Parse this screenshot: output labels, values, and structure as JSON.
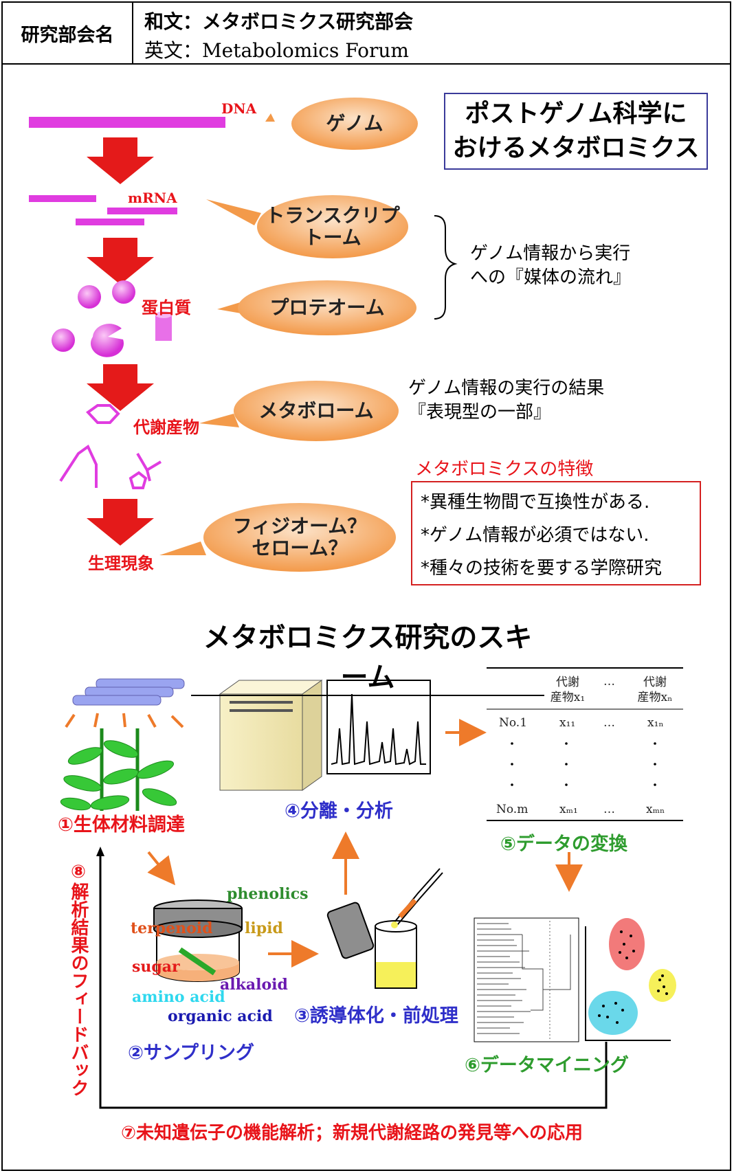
{
  "header": {
    "label": "研究部会名",
    "jp_line": "和文：メタボロミクス研究部会",
    "en_line": "英文：Metabolomics Forum"
  },
  "top": {
    "title_line1": "ポストゲノム科学に",
    "title_line2": "おけるメタボロミクス",
    "dna": "DNA",
    "mrna": "mRNA",
    "protein": "蛋白質",
    "metabolite": "代謝産物",
    "phenomenon": "生理現象",
    "genome": "ゲノム",
    "transcriptome_l1": "トランスクリプ",
    "transcriptome_l2": "トーム",
    "proteome": "プロテオーム",
    "metabolome": "メタボローム",
    "physiome_l1": "フィジオーム？",
    "physiome_l2": "セローム？",
    "media_l1": "ゲノム情報から実行",
    "media_l2": "への『媒体の流れ』",
    "result_l1": "ゲノム情報の実行の結果",
    "result_l2": "『表現型の一部』",
    "features_title": "メタボロミクスの特徴",
    "features": [
      "*異種生物間で互換性がある.",
      "*ゲノム情報が必須ではない.",
      "*種々の技術を要する学際研究"
    ]
  },
  "scheme": {
    "title": "メタボロミクス研究のスキーム",
    "step1": "①生体材料調達",
    "step2": "②サンプリング",
    "step3": "③誘導体化・前処理",
    "step4": "④分離・分析",
    "step5": "⑤データの変換",
    "step6": "⑥データマイニング",
    "step7": "⑦未知遺伝子の機能解析；新規代謝経路の発見等への応用",
    "step8": "⑧解析結果のフィードバック",
    "compounds": {
      "phenolics": "phenolics",
      "terpenoid": "terpenoid",
      "lipid": "lipid",
      "sugar": "sugar",
      "alkaloid": "alkaloid",
      "amino_acid": "amino acid",
      "organic_acid": "organic acid"
    },
    "table": {
      "col1_l1": "代謝",
      "col1_l2": "産物x₁",
      "dots_h": "…",
      "col2_l1": "代謝",
      "col2_l2": "産物xₙ",
      "row1": "No.1",
      "x11": "x₁₁",
      "x1n": "x₁ₙ",
      "rowm": "No.m",
      "xm1": "xₘ₁",
      "xmn": "xₘₙ"
    }
  },
  "colors": {
    "magenta": "#e03ce0",
    "red_arrow": "#e41a1a",
    "orange_oval": "#f5a55a",
    "orange_arrow": "#ee7a2a"
  }
}
